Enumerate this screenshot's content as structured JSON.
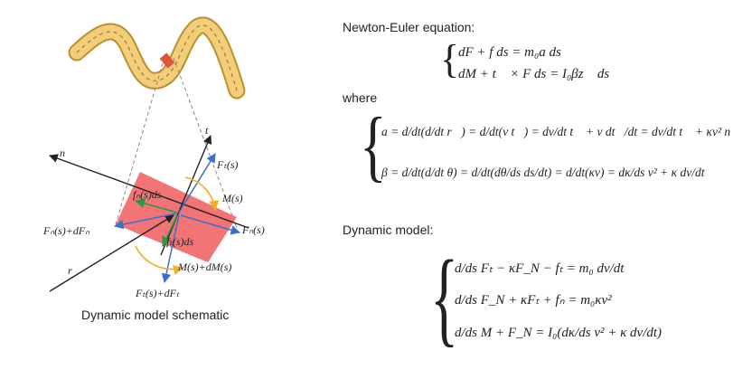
{
  "diagram": {
    "caption": "Dynamic model schematic",
    "labels": {
      "n_axis": "n⃗",
      "t_axis": "t⃗",
      "r_vec": "r⃗",
      "Ft": "Fₜ(s)",
      "M": "M(s)",
      "fn": "fₙ(s)ds",
      "ft": "fₜ(s)ds",
      "Fn_left": "Fₙ(s)+dFₙ",
      "Fn_right": "Fₙ(s)",
      "M_dM": "M(s)+dM(s)",
      "Ft_dFt": "Fₜ(s)+dFₜ"
    }
  },
  "equations": {
    "newton_title": "Newton-Euler equation:",
    "newton": [
      "dF + f ds = m₀a ds",
      "dM + t⃗ × F ds = I₀βz⃗ ds"
    ],
    "where": "where",
    "kinematics": [
      "a = d/dt(d/dt r⃗) = d/dt(v t⃗) = dv/dt t⃗ + v dt⃗/dt = dv/dt t⃗ + κv² n⃗",
      "β = d/dt(d/dt θ) = d/dt(dθ/ds ds/dt) = d/dt(κv) = dκ/ds v² + κ dv/dt"
    ],
    "dynamic_title": "Dynamic model:",
    "dynamic": [
      "d/ds Fₜ − κF_N − fₜ = m₀ dv/dt",
      "d/ds F_N + κFₜ + fₙ = m₀κv²",
      "d/ds M + F_N = I₀(dκ/ds v² + κ dv/dt)"
    ]
  },
  "colors": {
    "segment_fill": "#f26d6d",
    "worm_fill": "#f3cd7a",
    "worm_stroke": "#b8922e",
    "blue": "#3a6fd0",
    "green": "#2a9a4a",
    "yellow": "#f0b020"
  }
}
